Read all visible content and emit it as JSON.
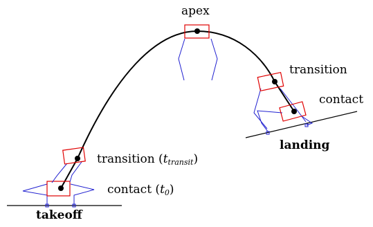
{
  "labels": {
    "apex": "apex",
    "transition_top": "transition",
    "contact_right": "contact",
    "landing": "landing",
    "transition_left": "transition (",
    "transition_left_var": "t",
    "transition_left_sub": "transit",
    "transition_left_close": ")",
    "contact_left": "contact (",
    "contact_left_var": "t",
    "contact_left_sub": "0",
    "contact_left_close": ")",
    "takeoff": "takeoff"
  },
  "colors": {
    "trajectory": "#000000",
    "body": "#e00000",
    "legs": "#2020d0",
    "ground": "#000000"
  }
}
